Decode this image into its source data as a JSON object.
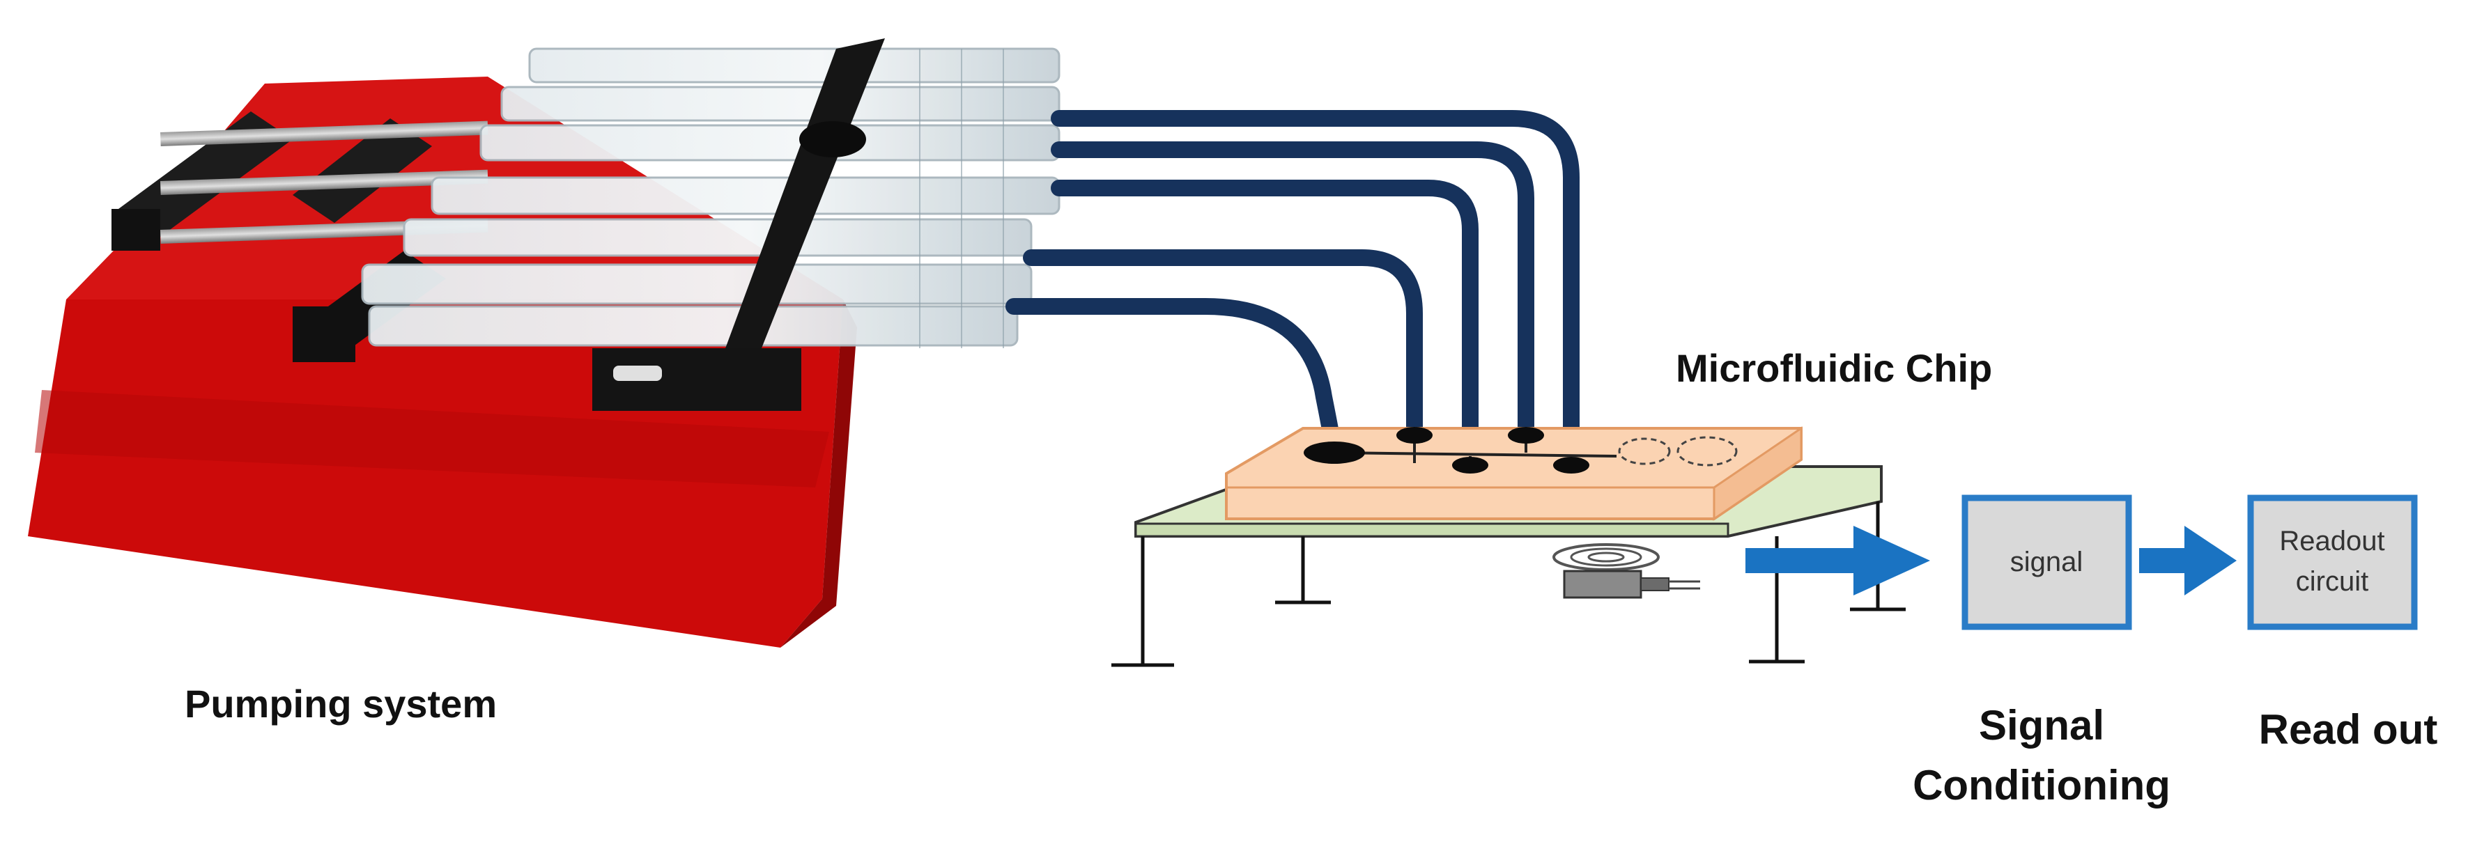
{
  "labels": {
    "pumping_system": "Pumping system",
    "microfluidic_chip": "Microfluidic Chip",
    "signal_conditioning_line1": "Signal",
    "signal_conditioning_line2": "Conditioning",
    "read_out": "Read out"
  },
  "boxes": {
    "signal": "signal",
    "readout_line1": "Readout",
    "readout_line2": "circuit"
  },
  "colors": {
    "pump_body": "#cc0a0a",
    "pump_shadow": "#8f0606",
    "tubing": "#16325c",
    "chip": "#fbd3b2",
    "chip_edge": "#e39a63",
    "platform": "#dcebc8",
    "arrow": "#1a73c2",
    "box_border": "#2a7cc7",
    "box_fill": "#d9d9d9"
  },
  "icons": {
    "syringes": "syringe-icon",
    "sensor": "sensor-coil-icon",
    "ground": "ground-icon"
  }
}
